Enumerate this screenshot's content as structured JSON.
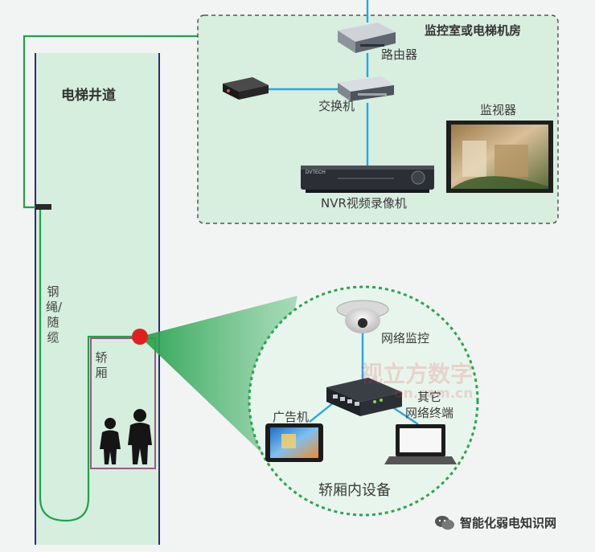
{
  "shaft": {
    "title": "电梯井道",
    "rope_label": "钢绳/随缆",
    "car_label": "轿厢"
  },
  "control_room": {
    "title": "监控室或电梯机房",
    "router": "路由器",
    "switch": "交换机",
    "monitor": "监视器",
    "nvr": "NVR视频录像机",
    "nvr_brand": "DVTECH"
  },
  "car_devices": {
    "title": "轿厢内设备",
    "camera": "网络监控",
    "ad_player": "广告机",
    "other": "其它\n网络终端"
  },
  "watermark": {
    "line1": "视立方数字",
    "line2": "on.com.cn"
  },
  "footer": {
    "brand": "智能化弱电知识网"
  },
  "colors": {
    "shaft_fill": "#d6eedd",
    "shaft_border": "#2d2a77",
    "panel_fill": "#d8eedf",
    "green_line": "#1fa34a",
    "blue_line": "#27a6e0",
    "car_border": "#9b5a86",
    "red_dot": "#e02020",
    "magnifier_fill": "#e8f5ec",
    "magnifier_border": "#2aa552"
  }
}
